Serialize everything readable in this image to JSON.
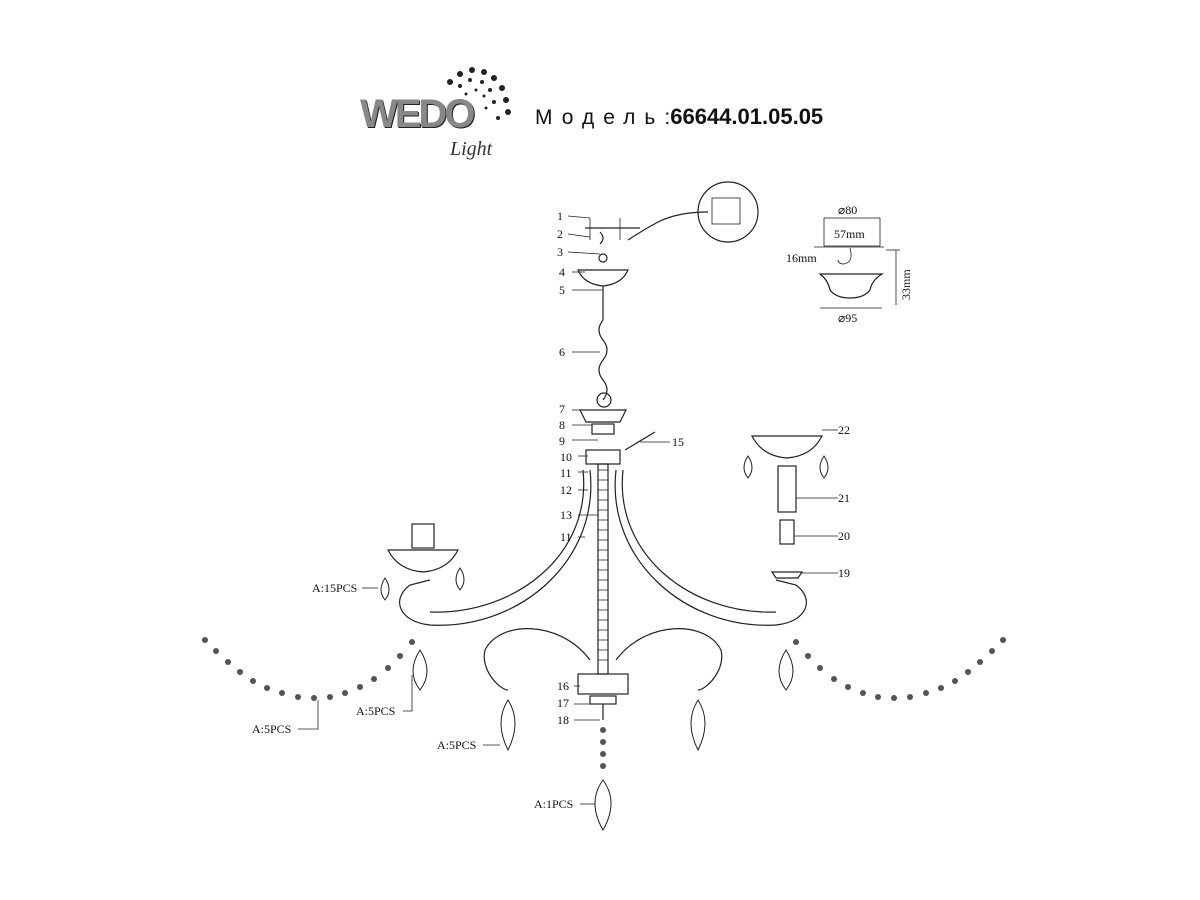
{
  "header": {
    "brand": "WEDO Light",
    "model_label": "Модель",
    "model_number": "66644.01.05.05"
  },
  "canopy_detail": {
    "diam_top": "⌀80",
    "width_inner": "57mm",
    "hook_offset": "16mm",
    "height": "33mm",
    "diam_bottom": "⌀95"
  },
  "parts": [
    {
      "n": "1"
    },
    {
      "n": "2"
    },
    {
      "n": "3"
    },
    {
      "n": "4"
    },
    {
      "n": "5"
    },
    {
      "n": "6"
    },
    {
      "n": "7"
    },
    {
      "n": "8"
    },
    {
      "n": "9"
    },
    {
      "n": "10"
    },
    {
      "n": "11"
    },
    {
      "n": "12"
    },
    {
      "n": "13"
    },
    {
      "n": "11"
    },
    {
      "n": "15"
    },
    {
      "n": "22"
    },
    {
      "n": "21"
    },
    {
      "n": "20"
    },
    {
      "n": "19"
    },
    {
      "n": "16"
    },
    {
      "n": "17"
    },
    {
      "n": "18"
    }
  ],
  "crystal_callouts": [
    {
      "text": "A:15PCS"
    },
    {
      "text": "A:5PCS"
    },
    {
      "text": "A:5PCS"
    },
    {
      "text": "A:5PCS"
    },
    {
      "text": "A:1PCS"
    }
  ]
}
